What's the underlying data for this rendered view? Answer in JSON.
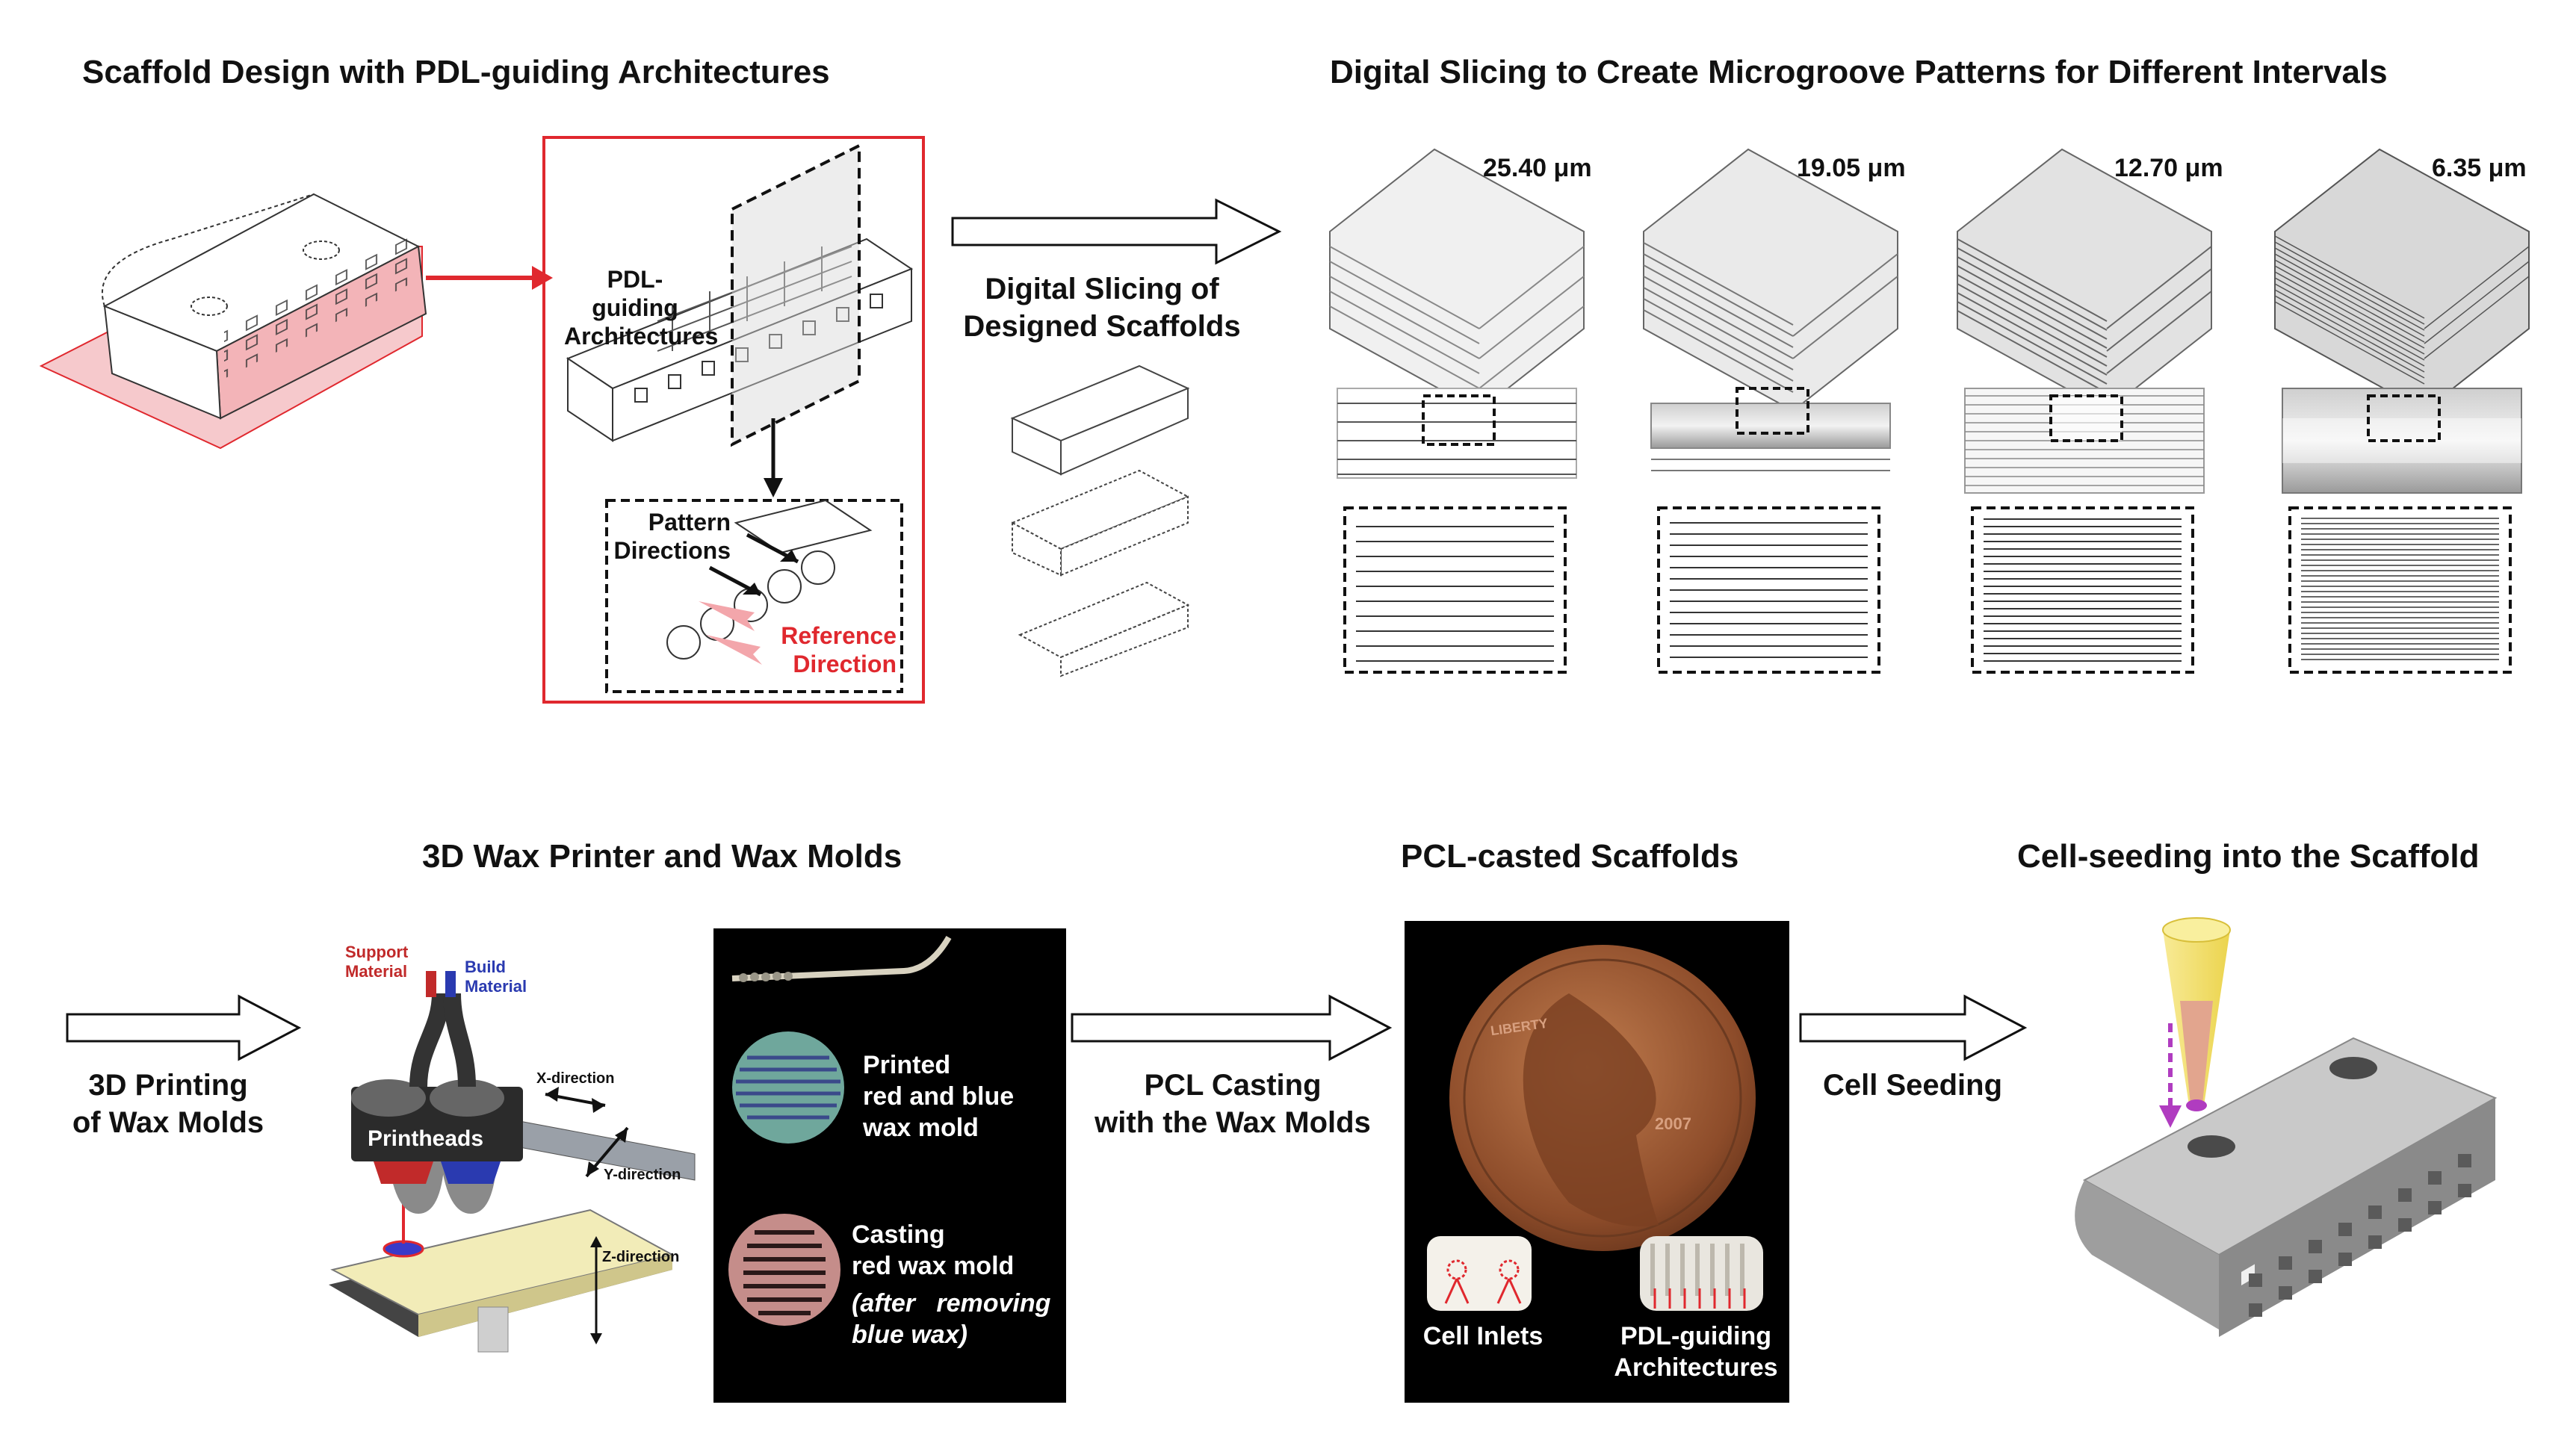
{
  "titles": {
    "scaffold_design": "Scaffold Design with PDL-guiding Architectures",
    "digital_slicing": "Digital Slicing to Create Microgroove Patterns for Different Intervals",
    "wax_printer": "3D Wax Printer and Wax Molds",
    "pcl_scaffolds": "PCL-casted Scaffolds",
    "cell_seeding": "Cell-seeding into the Scaffold"
  },
  "design": {
    "pdl_label_line1": "PDL-guiding",
    "pdl_label_line2": "Architectures",
    "pattern_line1": "Pattern",
    "pattern_line2": "Directions",
    "reference_line1": "Reference",
    "reference_line2": "Direction"
  },
  "slicing": {
    "arrow_label_line1": "Digital Slicing of",
    "arrow_label_line2": "Designed Scaffolds",
    "intervals": [
      "25.40 μm",
      "19.05 μm",
      "12.70 μm",
      "6.35 μm"
    ]
  },
  "printer": {
    "arrow_label_line1": "3D Printing",
    "arrow_label_line2": "of Wax Molds",
    "support_line1": "Support",
    "support_line2": "Material",
    "build_line1": "Build",
    "build_line2": "Material",
    "printheads": "Printheads",
    "x_dir": "X-direction",
    "y_dir": "Y-direction",
    "z_dir": "Z-direction"
  },
  "molds": {
    "printed_line1": "Printed",
    "printed_line2": "red and blue",
    "printed_line3": "wax mold",
    "casting_line1": "Casting",
    "casting_line2": "red wax mold",
    "casting_line3": "(after   removing",
    "casting_line4": "blue wax)"
  },
  "pcl": {
    "arrow_label_line1": "PCL Casting",
    "arrow_label_line2": "with the Wax Molds",
    "cell_inlets": "Cell Inlets",
    "pdl_line1": "PDL-guiding",
    "pdl_line2": "Architectures",
    "coin_year": "2007",
    "coin_liberty": "LIBERTY"
  },
  "seeding": {
    "arrow_label": "Cell Seeding"
  },
  "colors": {
    "red_accent": "#e0282e",
    "pink_fill": "#f4b9bd",
    "coin": "#9a5a34",
    "purple": "#b03cc0",
    "yellow": "#f4e27a"
  }
}
